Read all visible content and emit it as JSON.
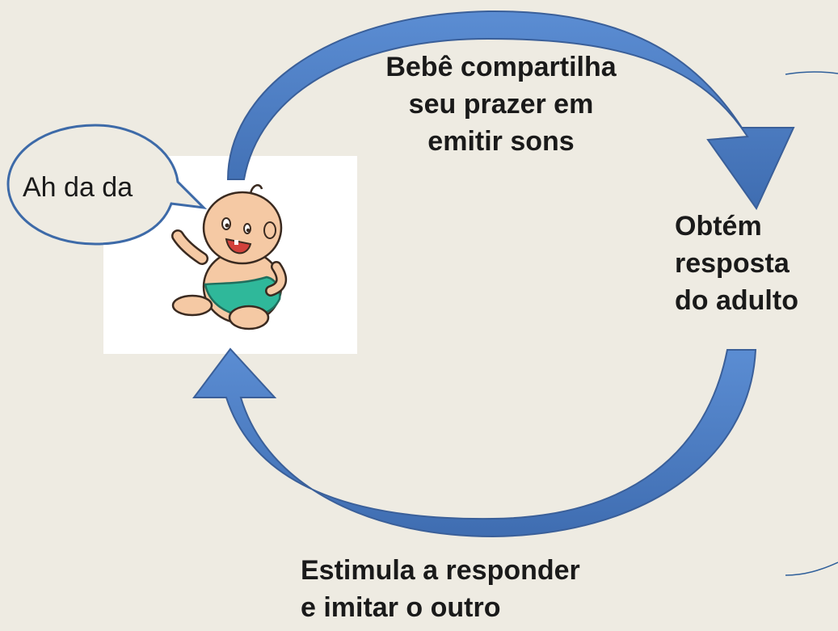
{
  "diagram": {
    "top_label": [
      "Bebê compartilha",
      "seu prazer em",
      "emitir sons"
    ],
    "right_label": [
      "Obtém",
      "resposta",
      "do adulto"
    ],
    "bottom_label": [
      "Estimula a responder",
      "e imitar o outro"
    ],
    "speech_bubble": "Ah da da",
    "colors": {
      "background": "#eeebe2",
      "arrow_fill": "#4f7fc4",
      "arrow_stroke": "#3a5f99",
      "bubble_stroke": "#3d6aa8",
      "panel": "#ffffff"
    },
    "icons": [
      "baby-illustration",
      "speech-bubble",
      "curved-arrow",
      "curved-arrow"
    ]
  }
}
